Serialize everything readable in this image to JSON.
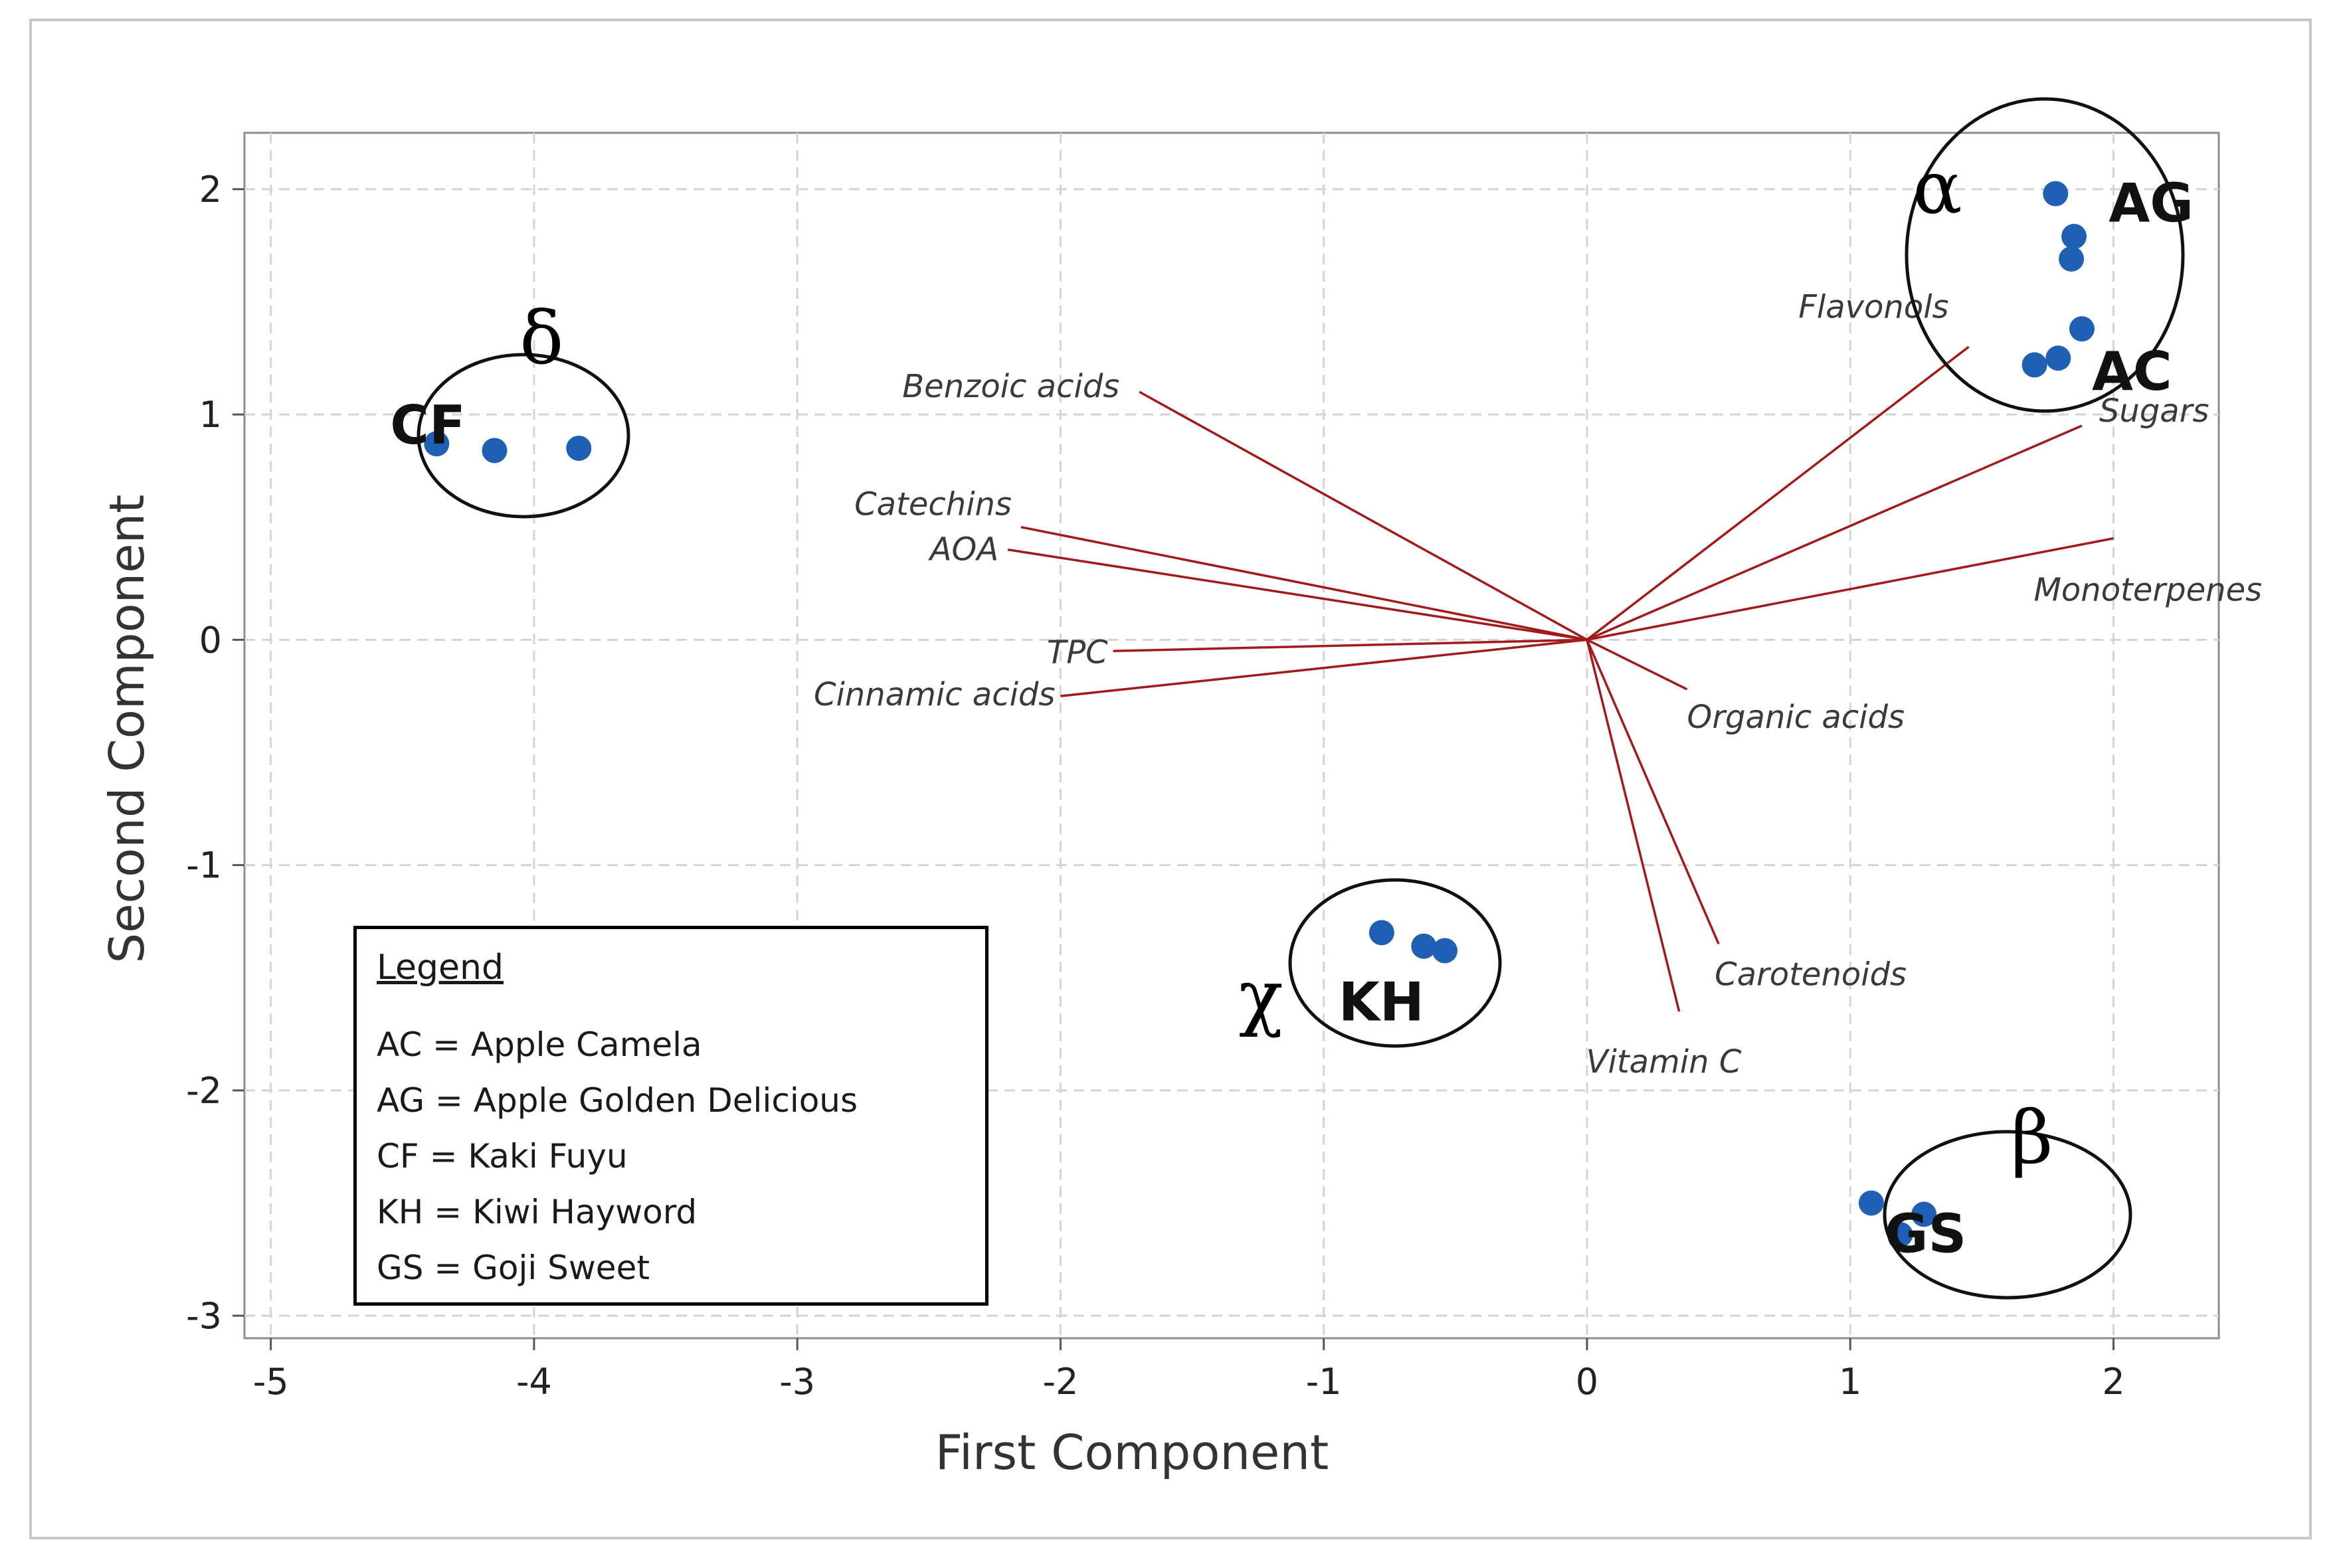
{
  "chart_data": {
    "type": "scatter",
    "xlabel": "First Component",
    "ylabel": "Second Component",
    "xlim": [
      -5.1,
      2.4
    ],
    "ylim": [
      -3.1,
      2.25
    ],
    "xticks": [
      -5,
      -4,
      -3,
      -2,
      -1,
      0,
      1,
      2
    ],
    "yticks": [
      2,
      1,
      0,
      -1,
      -2,
      -3
    ],
    "grid": true,
    "point_color": "#1f5fb4",
    "loading_color": "#a31a1a",
    "groups": [
      {
        "label": "AG",
        "greek": "α",
        "points": [
          [
            1.78,
            1.98
          ],
          [
            1.85,
            1.79
          ],
          [
            1.84,
            1.69
          ]
        ]
      },
      {
        "label": "AC",
        "greek": "",
        "points": [
          [
            1.88,
            1.38
          ],
          [
            1.79,
            1.25
          ],
          [
            1.7,
            1.22
          ]
        ]
      },
      {
        "label": "CF",
        "greek": "δ",
        "points": [
          [
            -4.37,
            0.87
          ],
          [
            -4.15,
            0.84
          ],
          [
            -3.83,
            0.85
          ]
        ]
      },
      {
        "label": "KH",
        "greek": "χ",
        "points": [
          [
            -0.78,
            -1.3
          ],
          [
            -0.62,
            -1.36
          ],
          [
            -0.54,
            -1.38
          ]
        ]
      },
      {
        "label": "GS",
        "greek": "β",
        "points": [
          [
            1.08,
            -2.5
          ],
          [
            1.19,
            -2.64
          ],
          [
            1.28,
            -2.55
          ]
        ]
      }
    ],
    "loadings": [
      {
        "name": "Flavonols",
        "x": 1.45,
        "y": 1.3
      },
      {
        "name": "Sugars",
        "x": 1.88,
        "y": 0.95
      },
      {
        "name": "Monoterpenes",
        "x": 2.0,
        "y": 0.45
      },
      {
        "name": "Benzoic acids",
        "x": -1.7,
        "y": 1.1
      },
      {
        "name": "Catechins",
        "x": -2.15,
        "y": 0.5
      },
      {
        "name": "AOA",
        "x": -2.2,
        "y": 0.4
      },
      {
        "name": "TPC",
        "x": -1.8,
        "y": -0.05
      },
      {
        "name": "Cinnamic acids",
        "x": -2.0,
        "y": -0.25
      },
      {
        "name": "Organic acids",
        "x": 0.38,
        "y": -0.22
      },
      {
        "name": "Carotenoids",
        "x": 0.5,
        "y": -1.35
      },
      {
        "name": "Vitamin C",
        "x": 0.35,
        "y": -1.65
      }
    ],
    "legend": {
      "title": "Legend",
      "entries": [
        "AC = Apple Camela",
        "AG = Apple Golden Delicious",
        "CF = Kaki Fuyu",
        "KH = Kiwi Hayword",
        "GS = Goji Sweet"
      ]
    }
  }
}
